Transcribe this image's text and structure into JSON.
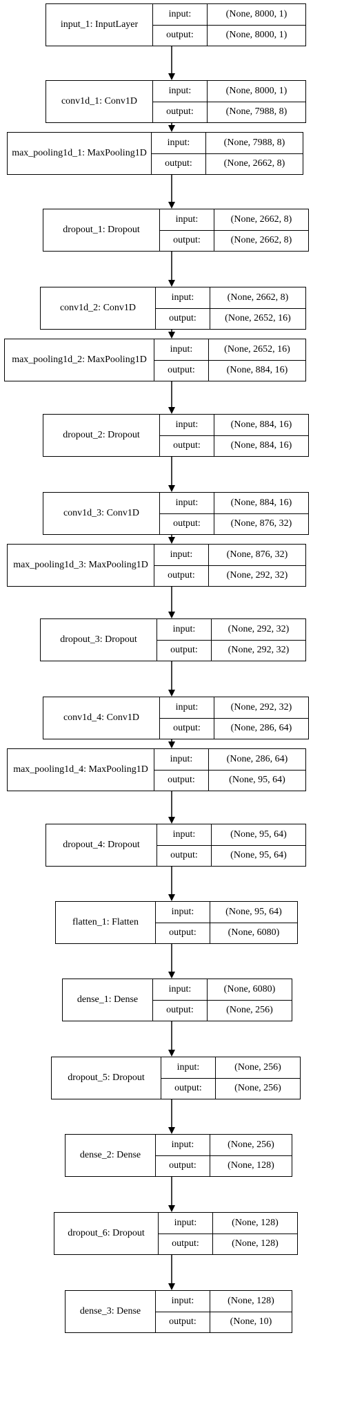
{
  "labels": {
    "input": "input:",
    "output": "output:"
  },
  "layers": [
    {
      "name": "input_1: InputLayer",
      "input": "(None, 8000, 1)",
      "output": "(None, 8000, 1)"
    },
    {
      "name": "conv1d_1: Conv1D",
      "input": "(None, 8000, 1)",
      "output": "(None, 7988, 8)"
    },
    {
      "name": "max_pooling1d_1: MaxPooling1D",
      "input": "(None, 7988, 8)",
      "output": "(None, 2662, 8)"
    },
    {
      "name": "dropout_1: Dropout",
      "input": "(None, 2662, 8)",
      "output": "(None, 2662, 8)"
    },
    {
      "name": "conv1d_2: Conv1D",
      "input": "(None, 2662, 8)",
      "output": "(None, 2652, 16)"
    },
    {
      "name": "max_pooling1d_2: MaxPooling1D",
      "input": "(None, 2652, 16)",
      "output": "(None, 884, 16)"
    },
    {
      "name": "dropout_2: Dropout",
      "input": "(None, 884, 16)",
      "output": "(None, 884, 16)"
    },
    {
      "name": "conv1d_3: Conv1D",
      "input": "(None, 884, 16)",
      "output": "(None, 876, 32)"
    },
    {
      "name": "max_pooling1d_3: MaxPooling1D",
      "input": "(None, 876, 32)",
      "output": "(None, 292, 32)"
    },
    {
      "name": "dropout_3: Dropout",
      "input": "(None, 292, 32)",
      "output": "(None, 292, 32)"
    },
    {
      "name": "conv1d_4: Conv1D",
      "input": "(None, 292, 32)",
      "output": "(None, 286, 64)"
    },
    {
      "name": "max_pooling1d_4: MaxPooling1D",
      "input": "(None, 286, 64)",
      "output": "(None, 95, 64)"
    },
    {
      "name": "dropout_4: Dropout",
      "input": "(None, 95, 64)",
      "output": "(None, 95, 64)"
    },
    {
      "name": "flatten_1: Flatten",
      "input": "(None, 95, 64)",
      "output": "(None, 6080)"
    },
    {
      "name": "dense_1: Dense",
      "input": "(None, 6080)",
      "output": "(None, 256)"
    },
    {
      "name": "dropout_5: Dropout",
      "input": "(None, 256)",
      "output": "(None, 256)"
    },
    {
      "name": "dense_2: Dense",
      "input": "(None, 256)",
      "output": "(None, 128)"
    },
    {
      "name": "dropout_6: Dropout",
      "input": "(None, 128)",
      "output": "(None, 128)"
    },
    {
      "name": "dense_3: Dense",
      "input": "(None, 128)",
      "output": "(None, 10)"
    }
  ]
}
